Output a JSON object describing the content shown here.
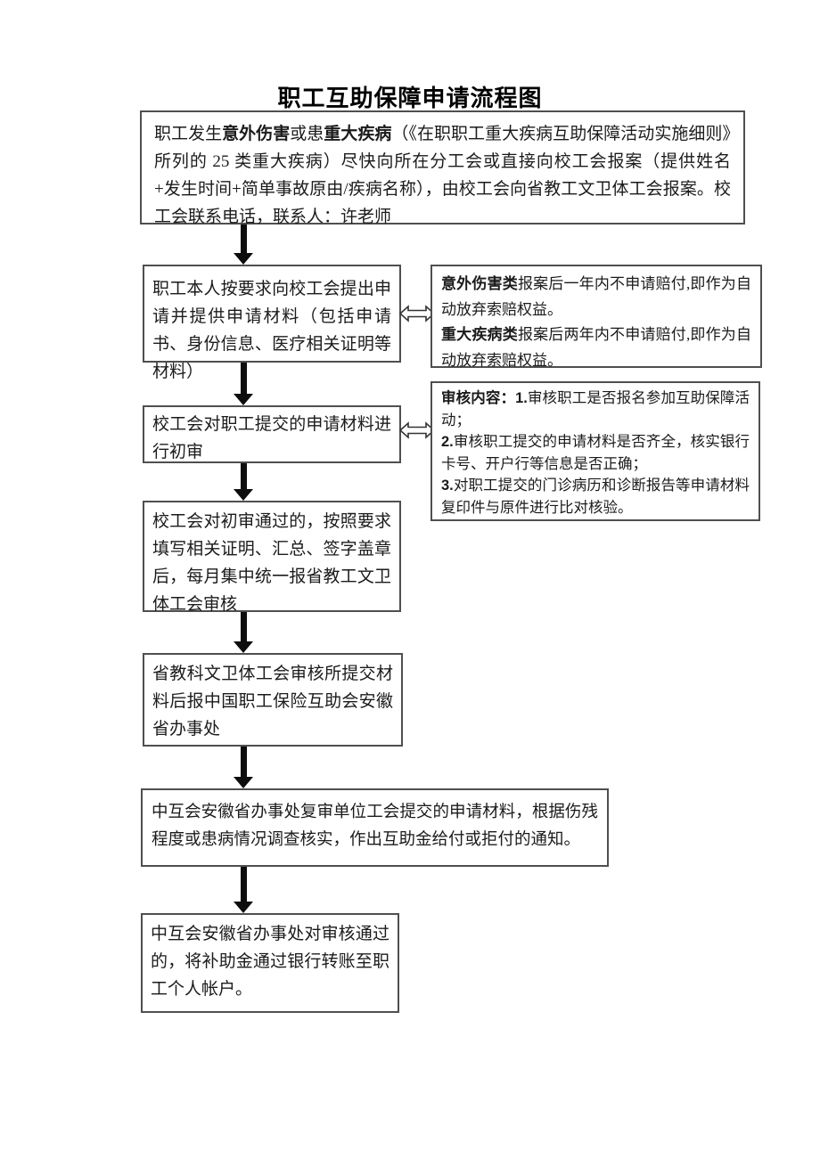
{
  "title": "职工互助保障申请流程图",
  "colors": {
    "box_border": "#4f4f4f",
    "text": "#1b1b1b",
    "arrow": "#0d0d0d",
    "double_arrow_fill": "#ffffff"
  },
  "flow": {
    "step1_report": {
      "pre": "职工发生",
      "bold1": "意外伤害",
      "mid": "或患",
      "bold2": "重大疾病",
      "rest": "（《在职职工重大疾病互助保障活动实施细则》所列的 25 类重大疾病）尽快向所在分工会或直接向校工会报案（提供姓名+发生时间+简单事故原由/疾病名称），由校工会向省教工文卫体工会报案。校工会联系电话，联系人：许老师"
    },
    "step2_apply": {
      "text": "职工本人按要求向校工会提出申请并提供申请材料（包括申请书、身份信息、医疗相关证明等材料）"
    },
    "step3_initial_review": {
      "text": "校工会对职工提交的申请材料进行初审"
    },
    "step4_summarize": {
      "text": "校工会对初审通过的，按照要求填写相关证明、汇总、签字盖章后，每月集中统一报省教工文卫体工会审核"
    },
    "step5_provincial_review": {
      "text": "省教科文卫体工会审核所提交材料后报中国职工保险互助会安徽省办事处"
    },
    "step6_decision": {
      "text": "中互会安徽省办事处复审单位工会提交的申请材料，根据伤残程度或患病情况调查核实，作出互助金给付或拒付的通知。"
    },
    "step7_payment": {
      "text": "中互会安徽省办事处对审核通过的，将补助金通过银行转账至职工个人帐户。"
    },
    "note_claim_deadline": {
      "bold1": "意外伤害类",
      "text1": "报案后一年内不申请赔付,即作为自动放弃索赔权益。",
      "bold2": "重大疾病类",
      "text2": "报案后两年内不申请赔付,即作为自动放弃索赔权益。"
    },
    "note_review_content": {
      "label": "审核内容：",
      "num1": "1.",
      "item1": "审核职工是否报名参加互助保障活动；",
      "num2": "2.",
      "item2": "审核职工提交的申请材料是否齐全，核实银行卡号、开户行等信息是否正确；",
      "num3": "3.",
      "item3": "对职工提交的门诊病历和诊断报告等申请材料复印件与原件进行比对核验。"
    }
  }
}
